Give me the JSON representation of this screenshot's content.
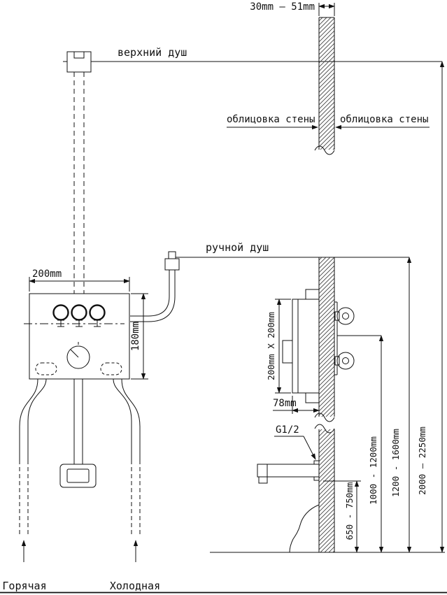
{
  "labels": {
    "upper_shower": "верхний душ",
    "hand_shower": "ручной душ",
    "wall_cladding_left": "облицовка стены",
    "wall_cladding_right": "облицовка стены",
    "hot_supply": "Горячая",
    "cold_supply": "Холодная",
    "thread_size": "G1/2"
  },
  "dimensions": {
    "wall_thickness": "30mm — 51mm",
    "box_width": "200mm",
    "box_height": "180mm",
    "box_face": "200mm X 200mm",
    "box_depth": "78mm",
    "spout_height": "650 - 750mm",
    "mixer_height": "1000 - 1200mm",
    "hand_shower_height": "1200 - 1600mm",
    "overhead_shower_height": "2000 — 2250mm"
  }
}
